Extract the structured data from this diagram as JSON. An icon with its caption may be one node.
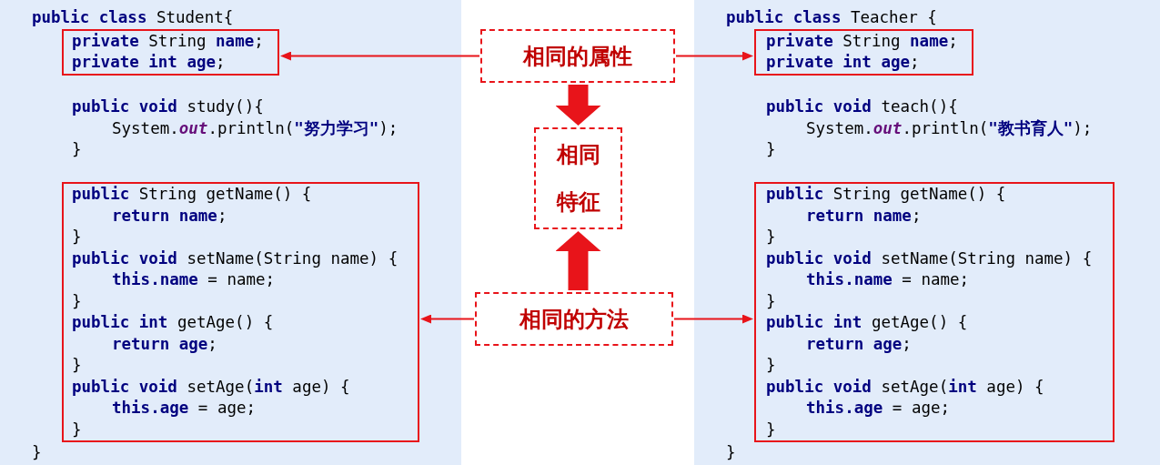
{
  "diagram": {
    "nodes": [
      {
        "text": [
          "**public class** Student{",
          "**public void** study(){",
          "System.*out*.println(**\"努力学习\"**);",
          "}",
          "}"
        ]
      },
      {
        "text": [
          "**private** String **name**;",
          "**private int age**;"
        ],
        "in": 0
      },
      {
        "text": [
          "**public** String getName() {",
          "**return name**;",
          "}",
          "**public void** setName(String name) {",
          "**this.name** = name;",
          "}",
          "**public int** getAge() {",
          "**return age**;",
          "}",
          "**public void** setAge(**int** age) {",
          "**this.age** = age;",
          "}"
        ],
        "in": 0
      },
      {
        "text": [
          "**public class** Teacher {",
          "**public void** teach(){",
          "System.*out*.println(**\"教书育人\"**);",
          "}",
          "}"
        ]
      },
      {
        "text": [
          "**private** String **name**;",
          "**private int age**;"
        ],
        "in": 3
      },
      {
        "text": [
          "**public** String getName() {",
          "**return name**;",
          "}",
          "**public void** setName(String name) {",
          "**this.name** = name;",
          "}",
          "**public int** getAge() {",
          "**return age**;",
          "}",
          "**public void** setAge(**int** age) {",
          "**this.age** = age;",
          "}"
        ],
        "in": 3
      },
      {
        "text": [
          "相同的属性"
        ]
      },
      {
        "text": [
          "相同特征"
        ]
      },
      {
        "text": [
          "相同的方法"
        ]
      }
    ],
    "edges": [
      {
        "from": 6,
        "to": 1,
        "arrow": "to"
      },
      {
        "from": 6,
        "to": 4,
        "arrow": "to"
      },
      {
        "from": 8,
        "to": 2,
        "arrow": "to"
      },
      {
        "from": 8,
        "to": 5,
        "arrow": "to"
      },
      {
        "from": 6,
        "to": 7,
        "arrow": "to",
        "style": "thick"
      },
      {
        "from": 8,
        "to": 7,
        "arrow": "to",
        "style": "thick"
      }
    ]
  }
}
